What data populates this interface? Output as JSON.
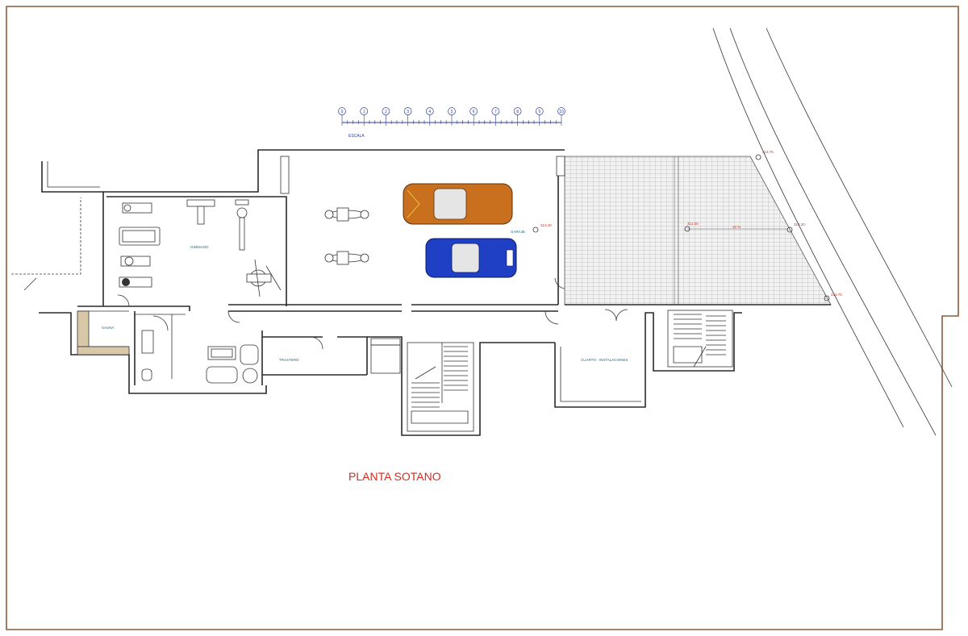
{
  "title": "PLANTA SOTANO",
  "scale": {
    "label": "ESCALA",
    "ticks": [
      "0",
      "1",
      "2",
      "3",
      "4",
      "5",
      "6",
      "7",
      "8",
      "9",
      "10"
    ]
  },
  "rooms": {
    "gym": "GIMNASIO",
    "sauna": "SAUNA",
    "garage": "GARAJE",
    "storage": "TRASTERO",
    "utility": "CUARTO - INSTALACIONES"
  },
  "levels": {
    "garage_level": "313.40",
    "top_right": "313.75",
    "mid_left": "312.30",
    "mid_right": "313.20",
    "bottom_right": "313.75",
    "slope": "10 %"
  },
  "colors": {
    "frame": "#8b5a3c",
    "car_orange": "#c9701f",
    "car_blue": "#1f3fc4",
    "title": "#d42a1e",
    "scale": "#2c3e9a",
    "labels": "#1a6a8a",
    "level_marks": "#c0392b"
  }
}
